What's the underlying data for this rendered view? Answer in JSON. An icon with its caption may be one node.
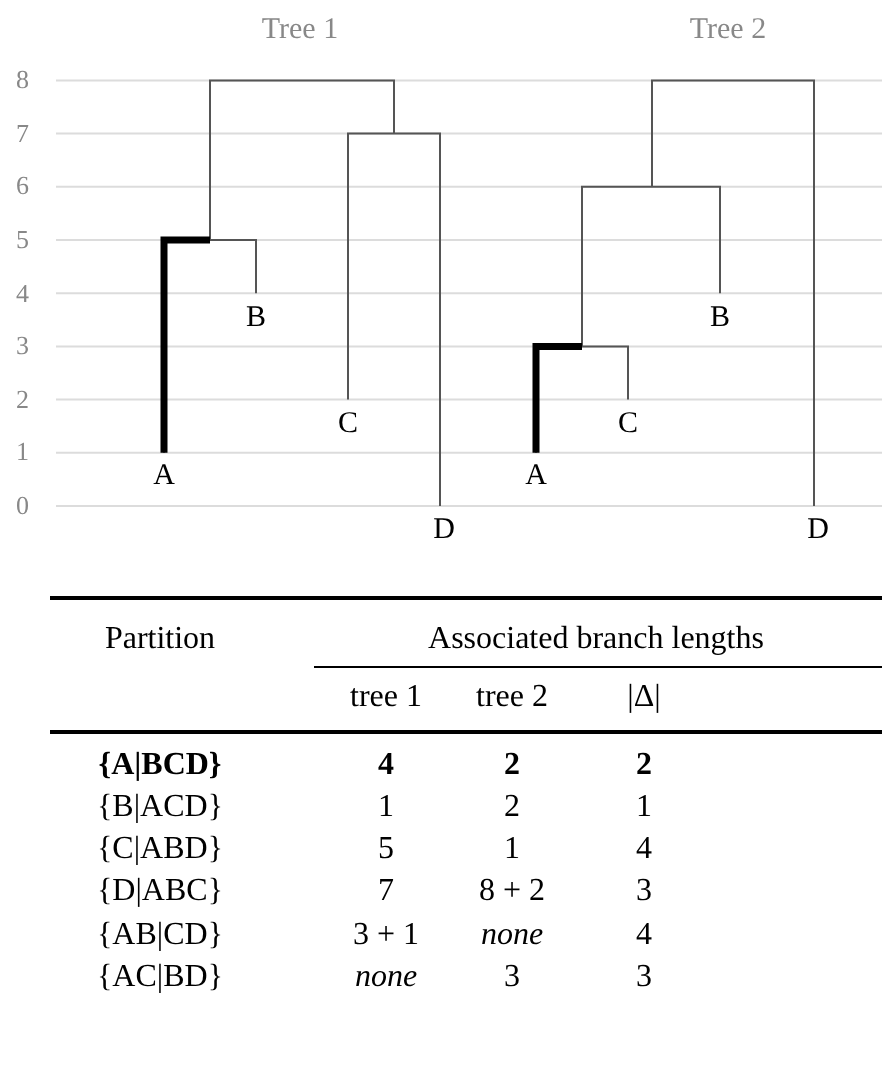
{
  "diagram": {
    "labels": [
      "Tree 1",
      "Tree 2",
      "8",
      "7",
      "6",
      "5",
      "4",
      "3",
      "2",
      "1",
      "0",
      "A",
      "B",
      "C",
      "D",
      "A",
      "C",
      "B",
      "D",
      "Partition",
      "Associated branch lengths",
      "tree 1",
      "tree 2",
      "|Δ|",
      "{A|BCD}",
      "4",
      "2",
      "2",
      "{B|ACD}",
      "1",
      "2",
      "1",
      "{C|ABD}",
      "5",
      "1",
      "4",
      "{D|ABC}",
      "7",
      "8 + 2",
      "3",
      "{AB|CD}",
      "3 + 1",
      "none",
      "4",
      "{AC|BD}",
      "none",
      "3",
      "3"
    ]
  }
}
